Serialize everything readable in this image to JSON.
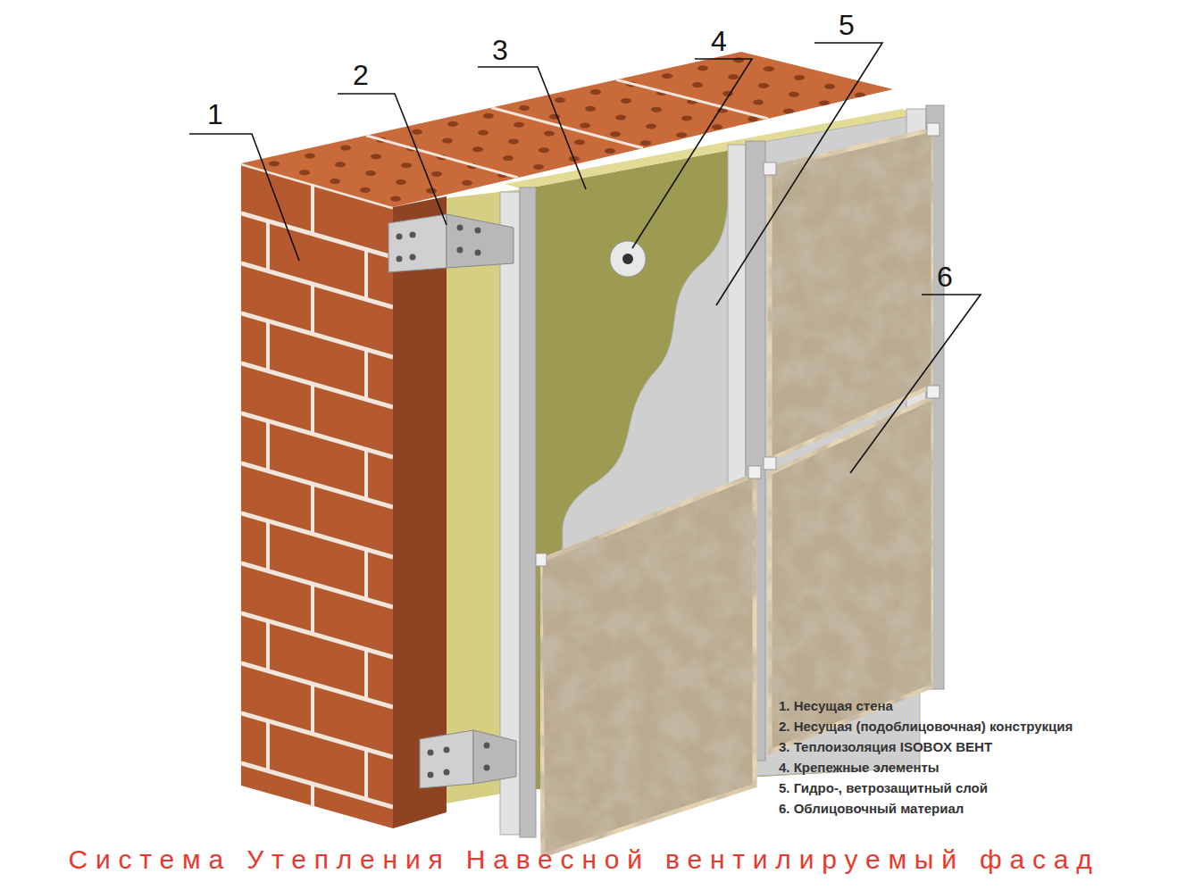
{
  "diagram": {
    "caption": "Система Утепления Навесной вентилируемый фасад",
    "labels": [
      "1",
      "2",
      "3",
      "4",
      "5",
      "6",
      "1. Несущая стена",
      "2. Несущая (подоблицовочная) конструкция",
      "3. Теплоизоляция  ISOBOX ВЕНТ",
      "4. Крепежные элементы",
      "5. Гидро-, ветрозащитный слой",
      "6. Облицовочный материал"
    ]
  }
}
